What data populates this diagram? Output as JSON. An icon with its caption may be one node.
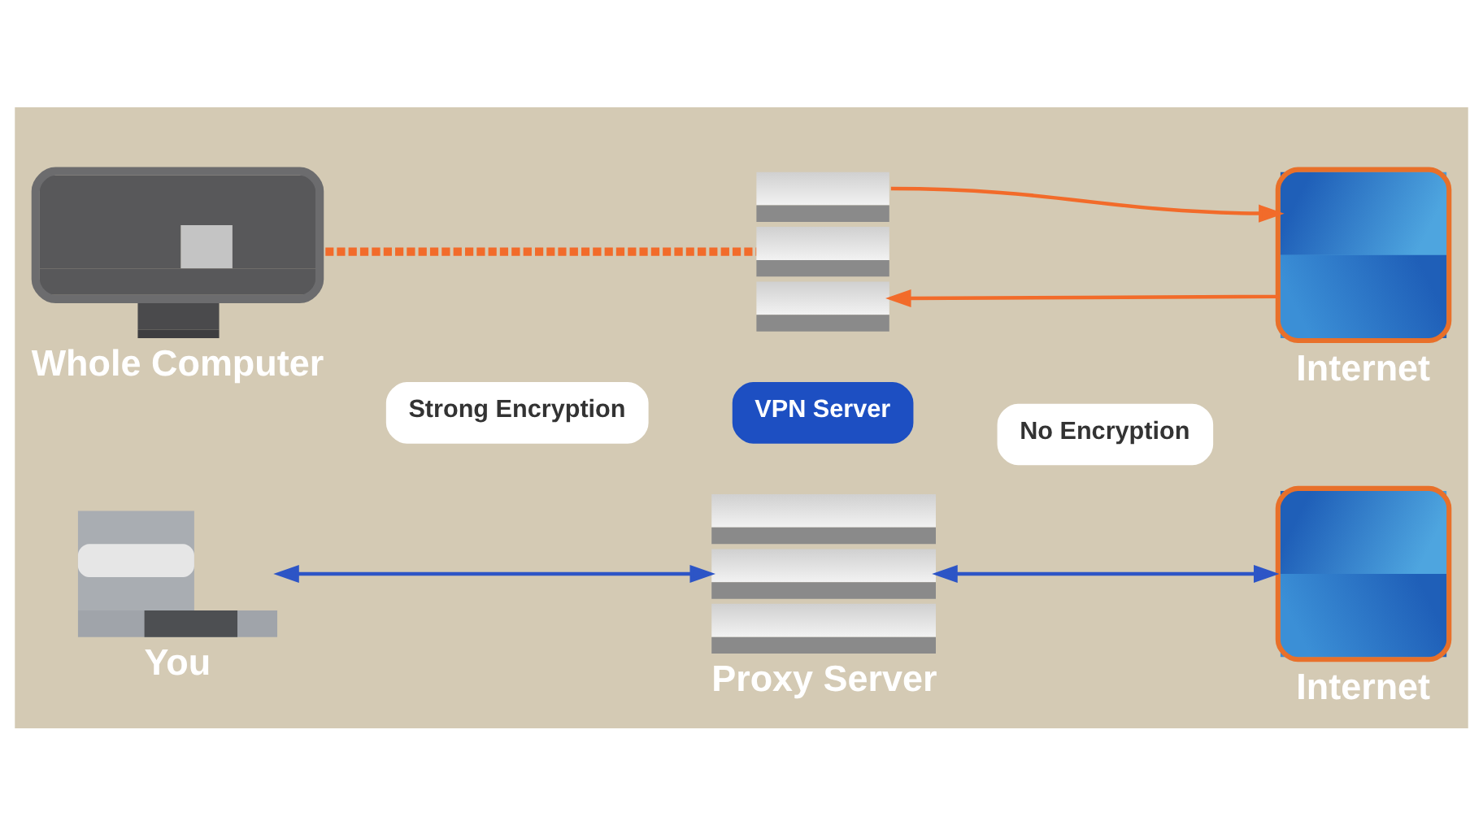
{
  "diagram": {
    "nodes": [
      {
        "text": [],
        "shape": "picture",
        "beside": [
          "Whole Computer"
        ]
      },
      {
        "text": [
          "Strong Encryption"
        ]
      },
      {
        "text": [],
        "shape": "picture"
      },
      {
        "text": [
          "VPN Server"
        ]
      },
      {
        "text": [
          "No Encryption"
        ]
      },
      {
        "text": [],
        "shape": "picture",
        "beside": [
          "Internet"
        ]
      },
      {
        "text": [],
        "shape": "picture",
        "beside": [
          "You"
        ]
      },
      {
        "text": [],
        "shape": "picture",
        "beside": [
          "Proxy Server"
        ]
      },
      {
        "text": [],
        "shape": "picture",
        "beside": [
          "Internet"
        ]
      }
    ],
    "edges": [
      {
        "from": 0,
        "to": 2,
        "arrow": "none",
        "style": "dashed",
        "color": "#f26b2a"
      },
      {
        "from": 2,
        "to": 5,
        "arrow": "to",
        "color": "#f26b2a"
      },
      {
        "from": 5,
        "to": 2,
        "arrow": "to",
        "color": "#f26b2a"
      },
      {
        "from": 6,
        "to": 7,
        "arrow": "both",
        "color": "#2d55c6"
      },
      {
        "from": 7,
        "to": 8,
        "arrow": "both",
        "color": "#2d55c6"
      }
    ]
  }
}
